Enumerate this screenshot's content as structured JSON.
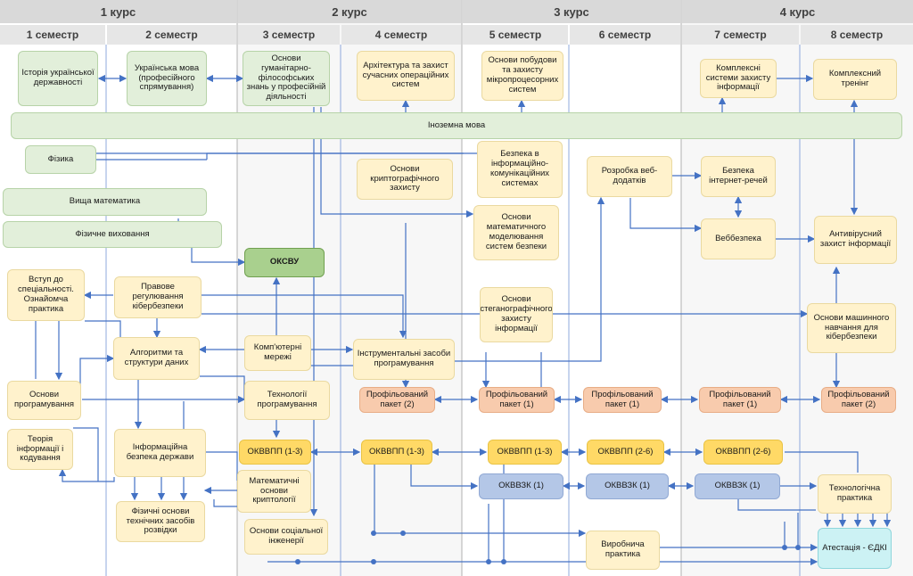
{
  "years": [
    "1 курс",
    "2 курс",
    "3 курс",
    "4 курс"
  ],
  "semesters": [
    "1 семестр",
    "2 семестр",
    "3 семестр",
    "4 семестр",
    "5 семестр",
    "6 семестр",
    "7 семестр",
    "8 семестр"
  ],
  "nodes": {
    "istoriia": "Історія української державності",
    "ukr_mova": "Українська мова (професійного спрямування)",
    "osnovy_gum": "Основи гуманітарно-філософських знань у професійній діяльності",
    "arkhitektura": "Архітектура та захист сучасних операційних систем",
    "mikroproc": "Основи побудови та захисту мікропроцесорних систем",
    "kompleksni": "Комплексні системи захисту інформації",
    "kompl_trening": "Комплексний тренінг",
    "inozemna": "Іноземна мова",
    "fizyka": "Фізика",
    "vyshcha_mat": "Вища математика",
    "fiz_vykh": "Фізичне виховання",
    "kripto": "Основи криптографічного захисту",
    "bezpeka_ikc": "Безпека в інформаційно-комунікаційних системах",
    "veb_dodatky": "Розробка веб-додатків",
    "iot": "Безпека інтернет-речей",
    "mat_model": "Основи математичного моделювання систем безпеки",
    "vebbezpeka": "Веббезпека",
    "antyvirus": "Антивірусний захист інформації",
    "oksvu": "ОКСВУ",
    "vstup": "Вступ до спеціальності. Ознайомча практика",
    "pravove": "Правове регулювання кібербезпеки",
    "stegano": "Основи стеганографічного захисту інформації",
    "mash_navch": "Основи машинного навчання для кібербезпеки",
    "algorytmy": "Алгоритми та структури даних",
    "merezhi": "Комп'ютерні мережі",
    "instrumentalni": "Інструментальні засоби програмування",
    "osn_prog": "Основи програмування",
    "tekh_prog": "Технології програмування",
    "prof_2a": "Профільований пакет (2)",
    "prof_1a": "Профільований пакет (1)",
    "prof_1b": "Профільований пакет (1)",
    "prof_1c": "Профільований пакет (1)",
    "prof_2b": "Профільований пакет (2)",
    "teoriia_inf": "Теорія інформації і кодування",
    "info_bezpeka": "Інформаційна безпека держави",
    "okvvpp_a": "ОКВВПП (1-3)",
    "okvvpp_b": "ОКВВПП (1-3)",
    "okvvpp_c": "ОКВВПП (1-3)",
    "okvvpp_d": "ОКВВПП (2-6)",
    "okvvpp_e": "ОКВВПП (2-6)",
    "mat_kripto": "Математичні основи криптології",
    "okvvzk_a": "ОКВВЗК (1)",
    "okvvzk_b": "ОКВВЗК (1)",
    "okvvzk_c": "ОКВВЗК (1)",
    "tekh_praktyka": "Технологічна практика",
    "fiz_rozvidky": "Фізичні основи технічних засобів розвідки",
    "soc_inzh": "Основи соціальної інженерії",
    "vyrob_praktyka": "Виробнича практика",
    "atestatsiia": "Атестація - ЄДКІ"
  }
}
